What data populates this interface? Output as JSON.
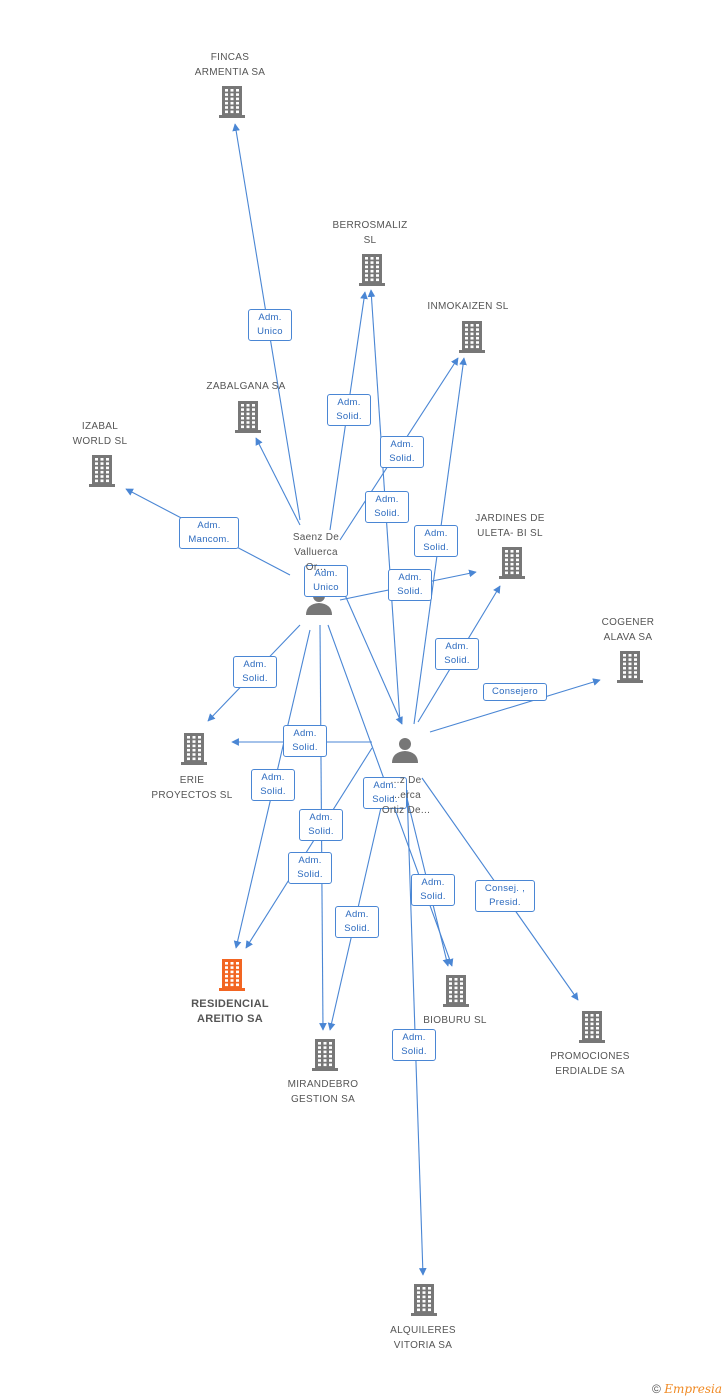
{
  "diagram": {
    "colors": {
      "edge": "#4a86d4",
      "company_icon": "#777777",
      "focus_icon": "#f26522",
      "person_icon": "#777777"
    },
    "nodes": [
      {
        "id": "fincas",
        "label": "FINCAS\nARMENTIA SA",
        "type": "company",
        "icon": "building-icon"
      },
      {
        "id": "berrosmaliz",
        "label": "BERROSMALIZ\nSL",
        "type": "company",
        "icon": "building-icon"
      },
      {
        "id": "inmokaizen",
        "label": "INMOKAIZEN SL",
        "type": "company",
        "icon": "building-icon"
      },
      {
        "id": "zabalgana",
        "label": "ZABALGANA SA",
        "type": "company",
        "icon": "building-icon"
      },
      {
        "id": "izabal",
        "label": "IZABAL\nWORLD SL",
        "type": "company",
        "icon": "building-icon"
      },
      {
        "id": "jardines",
        "label": "JARDINES DE\nULETA- BI SL",
        "type": "company",
        "icon": "building-icon"
      },
      {
        "id": "cogener",
        "label": "COGENER\nALAVA SA",
        "type": "company",
        "icon": "building-icon"
      },
      {
        "id": "erie",
        "label": "ERIE\nPROYECTOS SL",
        "type": "company",
        "icon": "building-icon"
      },
      {
        "id": "residencial",
        "label": "RESIDENCIAL\nAREITIO SA",
        "type": "focus",
        "icon": "building-icon"
      },
      {
        "id": "mirandebro",
        "label": "MIRANDEBRO\nGESTION SA",
        "type": "company",
        "icon": "building-icon"
      },
      {
        "id": "bioburu",
        "label": "BIOBURU SL",
        "type": "company",
        "icon": "building-icon"
      },
      {
        "id": "promociones",
        "label": "PROMOCIONES\nERDIALDE SA",
        "type": "company",
        "icon": "building-icon"
      },
      {
        "id": "alquileres",
        "label": "ALQUILERES\nVITORIA SA",
        "type": "company",
        "icon": "building-icon"
      },
      {
        "id": "person1",
        "label": "Saenz De\nValluerca\nOr...",
        "type": "person",
        "icon": "person-icon"
      },
      {
        "id": "person2",
        "label": "...z De\n...erca\nOrtiz De...",
        "type": "person",
        "icon": "person-icon"
      }
    ],
    "edges": [
      {
        "from": "person1",
        "to": "fincas",
        "label": "Adm.\nUnico"
      },
      {
        "from": "person1",
        "to": "berrosmaliz",
        "label": "Adm.\nSolid."
      },
      {
        "from": "person1",
        "to": "inmokaizen",
        "label": "Adm.\nSolid."
      },
      {
        "from": "person1",
        "to": "zabalgana",
        "label": ""
      },
      {
        "from": "person1",
        "to": "izabal",
        "label": "Adm.\nMancom."
      },
      {
        "from": "person1",
        "to": "jardines",
        "label": "Adm.\nSolid."
      },
      {
        "from": "person1",
        "to": "erie",
        "label": "Adm.\nSolid."
      },
      {
        "from": "person1",
        "to": "residencial",
        "label": "Adm.\nSolid."
      },
      {
        "from": "person1",
        "to": "mirandebro",
        "label": "Adm.\nSolid."
      },
      {
        "from": "person1",
        "to": "bioburu",
        "label": "Adm.\nSolid."
      },
      {
        "from": "person1",
        "to": "person2",
        "label": "Adm.\nUnico"
      },
      {
        "from": "person2",
        "to": "berrosmaliz",
        "label": "Adm.\nSolid."
      },
      {
        "from": "person2",
        "to": "inmokaizen",
        "label": "Adm.\nSolid."
      },
      {
        "from": "person2",
        "to": "jardines",
        "label": "Adm.\nSolid."
      },
      {
        "from": "person2",
        "to": "cogener",
        "label": "Consejero"
      },
      {
        "from": "person2",
        "to": "erie",
        "label": "Adm.\nSolid."
      },
      {
        "from": "person2",
        "to": "residencial",
        "label": "Adm.\nSolid."
      },
      {
        "from": "person2",
        "to": "mirandebro",
        "label": "Adm.\nSolid."
      },
      {
        "from": "person2",
        "to": "bioburu",
        "label": "Adm.\nSolid."
      },
      {
        "from": "person2",
        "to": "promociones",
        "label": "Consej. ,\nPresid."
      },
      {
        "from": "person2",
        "to": "alquileres",
        "label": "Adm.\nSolid."
      }
    ]
  },
  "watermark": {
    "copyright": "©",
    "brand": "Empresia"
  }
}
